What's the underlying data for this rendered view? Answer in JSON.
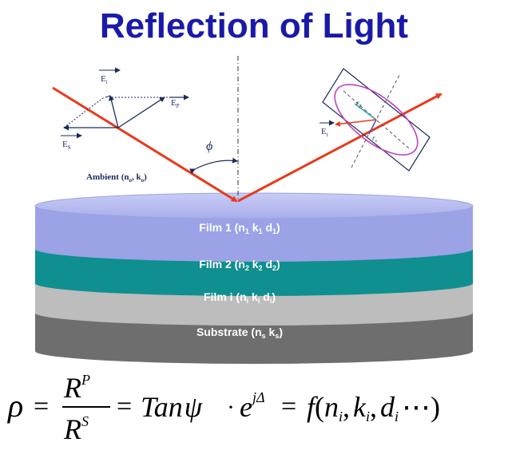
{
  "title": "Reflection of Light",
  "colors": {
    "title": "#1a1aa8",
    "ray": "#e83a1a",
    "vector": "#1a2a5a",
    "film1_top": "#b8bcf2",
    "film1_side": "#9ea4e8",
    "film2": "#129898",
    "film_i": "#c4c4c4",
    "substrate": "#7a7a7a",
    "ellipse": "#c040c0",
    "rp_line": "#20a8a8"
  },
  "labels": {
    "ei": {
      "main": "E",
      "sub": "i"
    },
    "ep": {
      "main": "E",
      "sub": "P"
    },
    "es": {
      "main": "E",
      "sub": "S"
    },
    "er": {
      "main": "E",
      "sub": "r"
    },
    "rp": {
      "main": "r",
      "sub": "p"
    },
    "rs": {
      "main": "r",
      "sub": "s"
    },
    "phi": "ϕ",
    "ambient": {
      "text": "Ambient (n",
      "sub1": "o",
      "mid": ", k",
      "sub2": "o",
      "end": ")"
    }
  },
  "layers": [
    {
      "name": "film1",
      "pre": "Film 1 (n",
      "s1": "1",
      "m1": " k",
      "s2": "1",
      "m2": " d",
      "s3": "1",
      "end": ")"
    },
    {
      "name": "film2",
      "pre": "Film 2 (n",
      "s1": "2",
      "m1": " k",
      "s2": "2",
      "m2": " d",
      "s3": "2",
      "end": ")"
    },
    {
      "name": "film-i",
      "pre": "Film i (n",
      "s1": "i",
      "m1": " k",
      "s2": "i",
      "m2": " d",
      "s3": "i",
      "end": ")"
    },
    {
      "name": "substrate",
      "pre": "Substrate (n",
      "s1": "s",
      "m1": " k",
      "s2": "s",
      "end": ")"
    }
  ],
  "equation": {
    "rho": "ρ",
    "eq1": "=",
    "num": "R",
    "num_sup": "P",
    "den": "R",
    "den_sup": "S",
    "eq2": "=",
    "tan": "Tan",
    "psi": "ψ",
    "dot": "·",
    "e": "e",
    "exp": "jΔ",
    "eq3": "=",
    "f": "f",
    "args_open": "(",
    "n": "n",
    "n_sub": "i",
    "c1": ",",
    "k": "k",
    "k_sub": "i",
    "c2": ",",
    "d": "d",
    "d_sub": "i",
    "dots": "⋯",
    "args_close": ")"
  }
}
